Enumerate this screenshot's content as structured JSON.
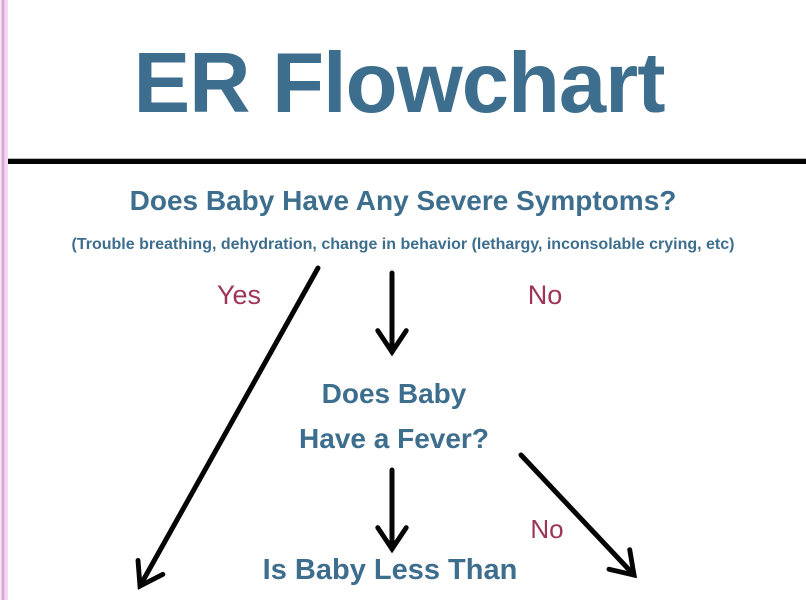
{
  "flowchart": {
    "title": "ER Flowchart",
    "nodes": {
      "severe_symptoms": {
        "question": "Does Baby Have Any Severe Symptoms?",
        "detail": "(Trouble breathing, dehydration, change in behavior (lethargy, inconsolable crying, etc)"
      },
      "fever": {
        "line1": "Does Baby",
        "line2": "Have a Fever?"
      },
      "age": {
        "question": "Is Baby Less Than"
      }
    },
    "edges": {
      "severe_yes": "Yes",
      "severe_no": "No",
      "fever_no": "No"
    },
    "colors": {
      "heading_teal": "#3e6e8e",
      "edge_label_maroon": "#9e3458",
      "arrow_black": "#050505",
      "border_pink_light": "#f0dcee",
      "border_pink_dark": "#d9a8d4"
    }
  }
}
